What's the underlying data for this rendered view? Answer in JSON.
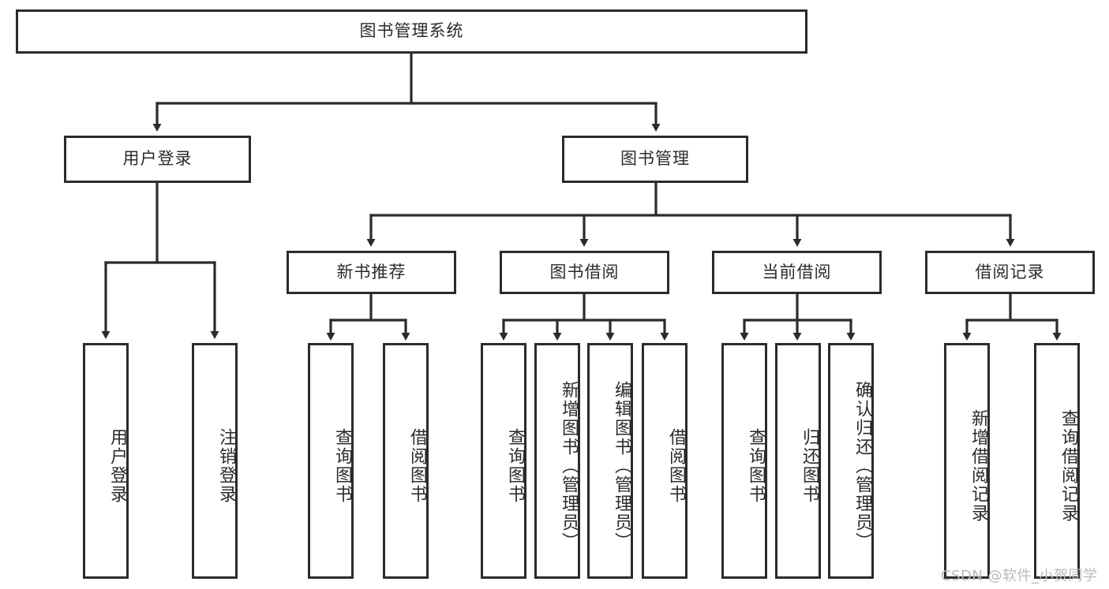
{
  "diagram": {
    "title": "图书管理系统",
    "type": "tree-hierarchy-chart",
    "colors": {
      "stroke": "#2b2b2b",
      "fill": "#ffffff",
      "text": "#2b2b2b",
      "watermark": "#b9b9b9"
    },
    "root": {
      "label": "图书管理系统"
    },
    "level2": [
      {
        "label": "用户登录"
      },
      {
        "label": "图书管理"
      }
    ],
    "level3": [
      {
        "label": "新书推荐"
      },
      {
        "label": "图书借阅"
      },
      {
        "label": "当前借阅"
      },
      {
        "label": "借阅记录"
      }
    ],
    "leaves": {
      "user_login": [
        {
          "label": "用户登录"
        },
        {
          "label": "注销登录"
        }
      ],
      "new_book_recommend": [
        {
          "label": "查询图书"
        },
        {
          "label": "借阅图书"
        }
      ],
      "book_borrow": [
        {
          "label": "查询图书"
        },
        {
          "label": "新增图书（管理员）"
        },
        {
          "label": "编辑图书（管理员）"
        },
        {
          "label": "借阅图书"
        }
      ],
      "current_borrow": [
        {
          "label": "查询图书"
        },
        {
          "label": "归还图书"
        },
        {
          "label": "确认归还（管理员）"
        }
      ],
      "borrow_records": [
        {
          "label": "新增借阅记录"
        },
        {
          "label": "查询借阅记录"
        }
      ]
    }
  },
  "watermark": {
    "text": "CSDN @软件_小贺同学"
  }
}
